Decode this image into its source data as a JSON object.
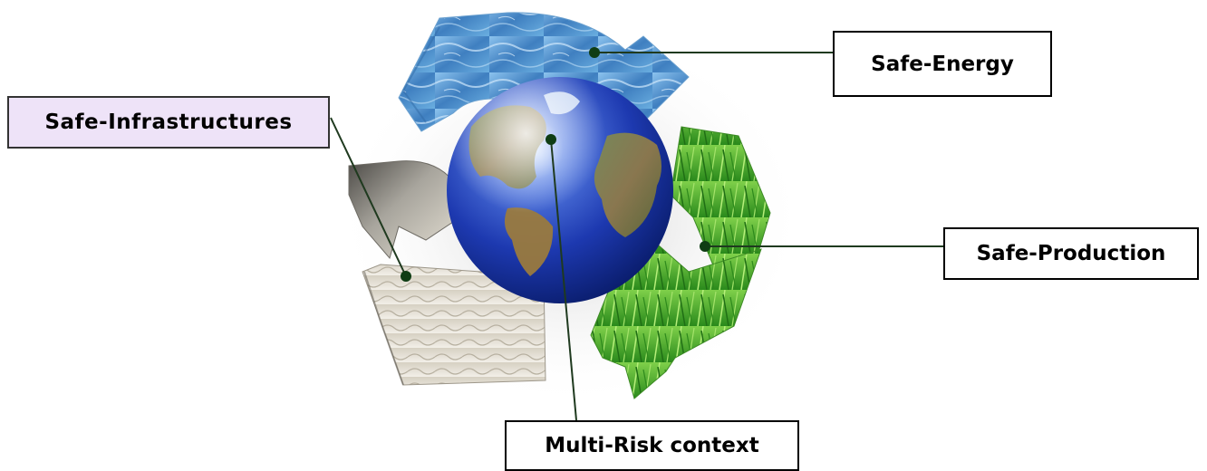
{
  "labels": {
    "safe_infrastructures": "Safe-Infrastructures",
    "safe_energy": "Safe-Energy",
    "safe_production": "Safe-Production",
    "multi_risk_context": "Multi-Risk context"
  },
  "colors": {
    "connector": "#1f3a1f",
    "infra_box_fill": "#eee3f8",
    "water": "#3f7fc0",
    "grass": "#3fa52a",
    "stone": "#8a8a84",
    "globe_ocean": "#1d39b0"
  },
  "icons": {
    "centerpiece": "recycling-arrows-with-globe",
    "water_arrow": "water-texture-arrow",
    "grass_arrow": "grass-texture-arrow",
    "stone_arrow": "stone-texture-arrow",
    "globe": "earth-globe"
  }
}
